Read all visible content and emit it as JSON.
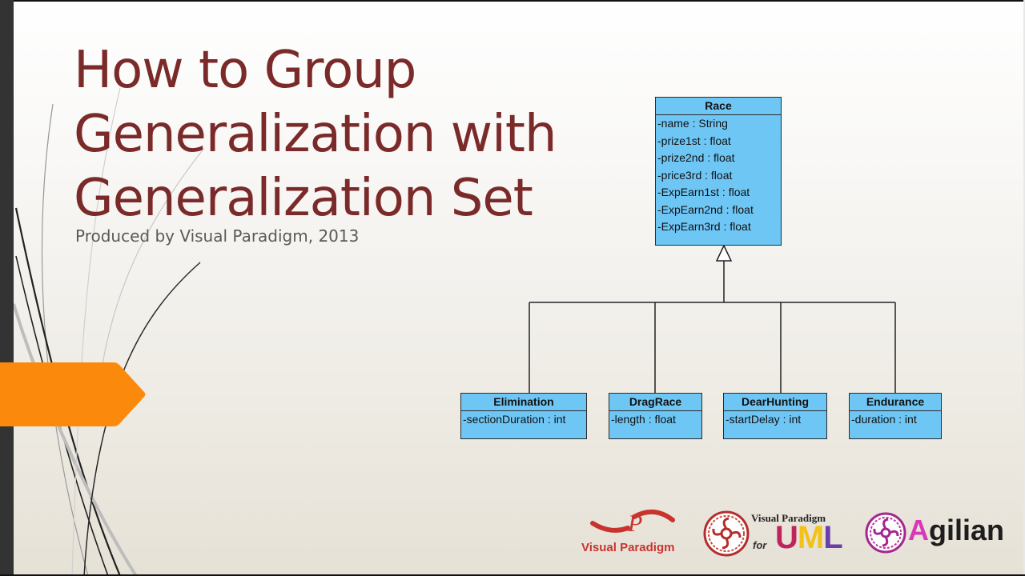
{
  "slide": {
    "title_lines": [
      "How to Group",
      "Generalization with",
      "Generalization Set"
    ],
    "subtitle": "Produced by Visual Paradigm, 2013",
    "colors": {
      "title": "#7b2a2a",
      "subtitle": "#5a5a5a",
      "class_fill": "#6ec6f5",
      "accent_tab": "#fb8a0c",
      "left_bar": "#333333"
    }
  },
  "diagram": {
    "parent": {
      "name": "Race",
      "attributes": [
        "-name : String",
        "-prize1st : float",
        "-prize2nd : float",
        "-price3rd : float",
        "-ExpEarn1st : float",
        "-ExpEarn2nd : float",
        "-ExpEarn3rd : float"
      ]
    },
    "children": [
      {
        "name": "Elimination",
        "attributes": [
          "-sectionDuration : int"
        ]
      },
      {
        "name": "DragRace",
        "attributes": [
          "-length : float"
        ]
      },
      {
        "name": "DearHunting",
        "attributes": [
          "-startDelay : int"
        ]
      },
      {
        "name": "Endurance",
        "attributes": [
          "-duration : int"
        ]
      }
    ],
    "relationship": "generalization"
  },
  "logos": {
    "visual_paradigm": {
      "text": "Visual Paradigm",
      "color": "#c9332e"
    },
    "vp_uml": {
      "top_text": "Visual Paradigm",
      "for_text": "for",
      "letters": [
        "U",
        "M",
        "L"
      ],
      "letter_colors": [
        "#c0245c",
        "#f2c21a",
        "#6b3fa8"
      ]
    },
    "agilian": {
      "first_letter": "A",
      "rest": "gilian",
      "accent": "#d936b8"
    }
  }
}
